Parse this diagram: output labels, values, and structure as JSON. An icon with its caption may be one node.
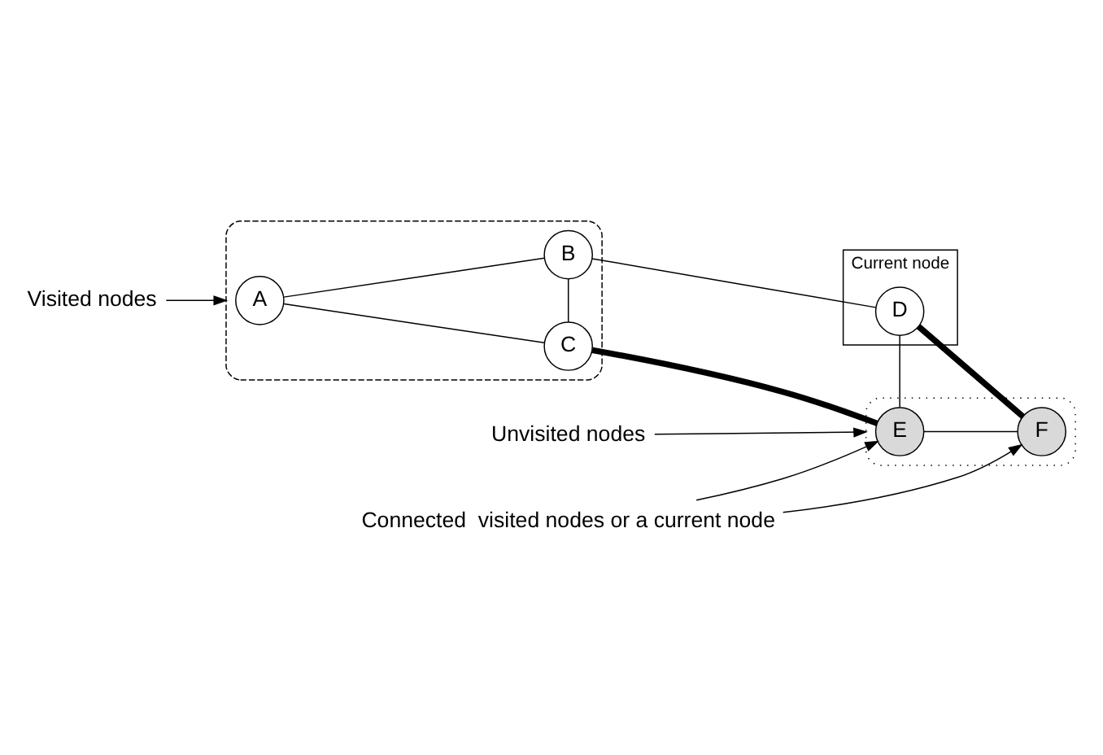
{
  "diagram": {
    "nodes": [
      {
        "text": [
          "Visited nodes"
        ]
      },
      {
        "text": [],
        "shape": "box"
      },
      {
        "text": [
          "A"
        ],
        "in": 1
      },
      {
        "text": [
          "B"
        ],
        "in": 1
      },
      {
        "text": [
          "C"
        ],
        "in": 1
      },
      {
        "text": [
          "Current node"
        ]
      },
      {
        "text": [
          "D"
        ],
        "in": 5
      },
      {
        "text": [
          "Unvisited nodes"
        ]
      },
      {
        "text": [],
        "shape": "box"
      },
      {
        "text": [
          "E"
        ],
        "in": 8
      },
      {
        "text": [
          "F"
        ],
        "in": 8
      },
      {
        "text": [
          "Connected  visited nodes or a current node"
        ]
      }
    ],
    "edges": [
      {
        "from": 0,
        "to": 1,
        "arrow": "to"
      },
      {
        "from": 2,
        "to": 3,
        "arrow": "none"
      },
      {
        "from": 2,
        "to": 4,
        "arrow": "none"
      },
      {
        "from": 3,
        "to": 4,
        "arrow": "none"
      },
      {
        "from": 3,
        "to": 6,
        "arrow": "none"
      },
      {
        "from": 4,
        "to": 9,
        "arrow": "none",
        "style": "thick"
      },
      {
        "from": 6,
        "to": 9,
        "arrow": "none"
      },
      {
        "from": 6,
        "to": 10,
        "arrow": "none",
        "style": "thick"
      },
      {
        "from": 9,
        "to": 10,
        "arrow": "none"
      },
      {
        "from": 7,
        "to": 8,
        "arrow": "to"
      },
      {
        "from": 11,
        "to": 9,
        "arrow": "to"
      },
      {
        "from": 11,
        "to": 10,
        "arrow": "to"
      }
    ]
  }
}
